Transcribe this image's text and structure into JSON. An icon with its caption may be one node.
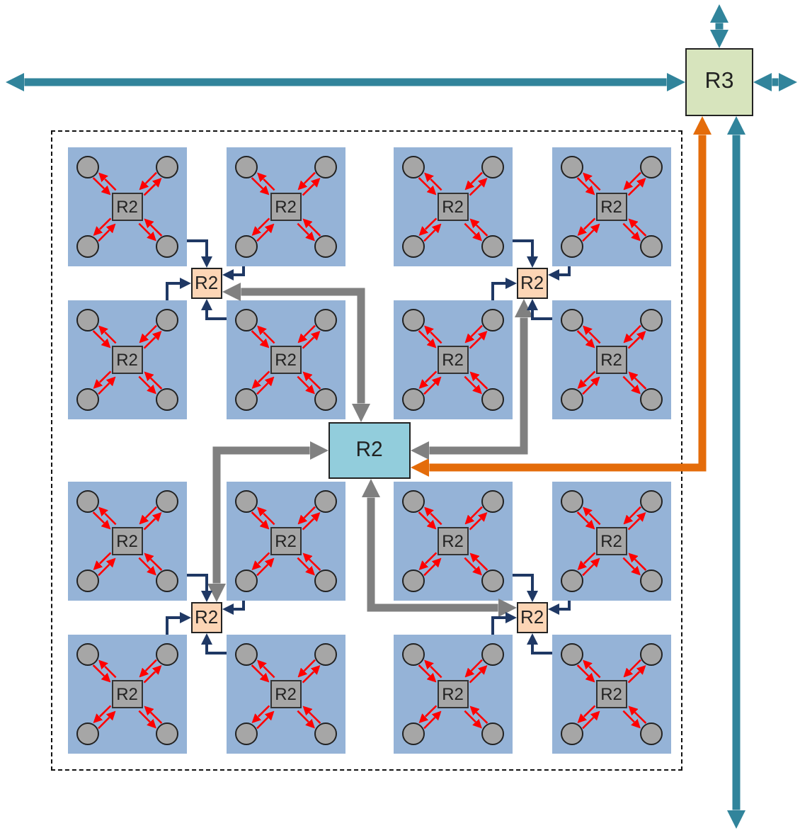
{
  "diagram": {
    "nodes": [
      {
        "text": [
          "R3"
        ]
      },
      {
        "text": [],
        "shape": "box"
      },
      {
        "text": [],
        "shape": "box",
        "in": 1
      },
      {
        "text": [],
        "shape": "circle",
        "in": 2
      },
      {
        "text": [],
        "shape": "circle",
        "in": 2
      },
      {
        "text": [
          "R2"
        ],
        "in": 2
      },
      {
        "text": [],
        "shape": "circle",
        "in": 2
      },
      {
        "text": [],
        "shape": "circle",
        "in": 2
      },
      {
        "text": [],
        "shape": "box",
        "in": 1
      },
      {
        "text": [],
        "shape": "circle",
        "in": 8
      },
      {
        "text": [],
        "shape": "circle",
        "in": 8
      },
      {
        "text": [
          "R2"
        ],
        "in": 8
      },
      {
        "text": [],
        "shape": "circle",
        "in": 8
      },
      {
        "text": [],
        "shape": "circle",
        "in": 8
      },
      {
        "text": [],
        "shape": "box",
        "in": 1
      },
      {
        "text": [],
        "shape": "circle",
        "in": 14
      },
      {
        "text": [],
        "shape": "circle",
        "in": 14
      },
      {
        "text": [
          "R2"
        ],
        "in": 14
      },
      {
        "text": [],
        "shape": "circle",
        "in": 14
      },
      {
        "text": [],
        "shape": "circle",
        "in": 14
      },
      {
        "text": [],
        "shape": "box",
        "in": 1
      },
      {
        "text": [],
        "shape": "circle",
        "in": 20
      },
      {
        "text": [],
        "shape": "circle",
        "in": 20
      },
      {
        "text": [
          "R2"
        ],
        "in": 20
      },
      {
        "text": [],
        "shape": "circle",
        "in": 20
      },
      {
        "text": [],
        "shape": "circle",
        "in": 20
      },
      {
        "text": [
          "R2"
        ],
        "in": 1
      },
      {
        "text": [
          "R2"
        ],
        "in": 1
      },
      {
        "text": [],
        "shape": "box",
        "in": 1
      },
      {
        "text": [],
        "shape": "circle",
        "in": 28
      },
      {
        "text": [],
        "shape": "circle",
        "in": 28
      },
      {
        "text": [
          "R2"
        ],
        "in": 28
      },
      {
        "text": [],
        "shape": "circle",
        "in": 28
      },
      {
        "text": [],
        "shape": "circle",
        "in": 28
      },
      {
        "text": [],
        "shape": "box",
        "in": 1
      },
      {
        "text": [],
        "shape": "circle",
        "in": 34
      },
      {
        "text": [],
        "shape": "circle",
        "in": 34
      },
      {
        "text": [
          "R2"
        ],
        "in": 34
      },
      {
        "text": [],
        "shape": "circle",
        "in": 34
      },
      {
        "text": [],
        "shape": "circle",
        "in": 34
      },
      {
        "text": [],
        "shape": "box",
        "in": 1
      },
      {
        "text": [],
        "shape": "circle",
        "in": 40
      },
      {
        "text": [],
        "shape": "circle",
        "in": 40
      },
      {
        "text": [
          "R2"
        ],
        "in": 40
      },
      {
        "text": [],
        "shape": "circle",
        "in": 40
      },
      {
        "text": [],
        "shape": "circle",
        "in": 40
      },
      {
        "text": [],
        "shape": "box",
        "in": 1
      },
      {
        "text": [],
        "shape": "circle",
        "in": 46
      },
      {
        "text": [],
        "shape": "circle",
        "in": 46
      },
      {
        "text": [
          "R2"
        ],
        "in": 46
      },
      {
        "text": [],
        "shape": "circle",
        "in": 46
      },
      {
        "text": [],
        "shape": "circle",
        "in": 46
      },
      {
        "text": [
          "R2"
        ],
        "in": 1
      },
      {
        "text": [],
        "shape": "box",
        "in": 1
      },
      {
        "text": [],
        "shape": "circle",
        "in": 53
      },
      {
        "text": [],
        "shape": "circle",
        "in": 53
      },
      {
        "text": [
          "R2"
        ],
        "in": 53
      },
      {
        "text": [],
        "shape": "circle",
        "in": 53
      },
      {
        "text": [],
        "shape": "circle",
        "in": 53
      },
      {
        "text": [],
        "shape": "box",
        "in": 1
      },
      {
        "text": [],
        "shape": "circle",
        "in": 59
      },
      {
        "text": [],
        "shape": "circle",
        "in": 59
      },
      {
        "text": [
          "R2"
        ],
        "in": 59
      },
      {
        "text": [],
        "shape": "circle",
        "in": 59
      },
      {
        "text": [],
        "shape": "circle",
        "in": 59
      },
      {
        "text": [],
        "shape": "box",
        "in": 1
      },
      {
        "text": [],
        "shape": "circle",
        "in": 65
      },
      {
        "text": [],
        "shape": "circle",
        "in": 65
      },
      {
        "text": [
          "R2"
        ],
        "in": 65
      },
      {
        "text": [],
        "shape": "circle",
        "in": 65
      },
      {
        "text": [],
        "shape": "circle",
        "in": 65
      },
      {
        "text": [],
        "shape": "box",
        "in": 1
      },
      {
        "text": [],
        "shape": "circle",
        "in": 71
      },
      {
        "text": [],
        "shape": "circle",
        "in": 71
      },
      {
        "text": [
          "R2"
        ],
        "in": 71
      },
      {
        "text": [],
        "shape": "circle",
        "in": 71
      },
      {
        "text": [],
        "shape": "circle",
        "in": 71
      },
      {
        "text": [
          "R2"
        ],
        "in": 1
      },
      {
        "text": [
          "R2"
        ],
        "in": 1
      },
      {
        "text": [],
        "shape": "box",
        "in": 1
      },
      {
        "text": [],
        "shape": "circle",
        "in": 79
      },
      {
        "text": [],
        "shape": "circle",
        "in": 79
      },
      {
        "text": [
          "R2"
        ],
        "in": 79
      },
      {
        "text": [],
        "shape": "circle",
        "in": 79
      },
      {
        "text": [],
        "shape": "circle",
        "in": 79
      },
      {
        "text": [],
        "shape": "box",
        "in": 1
      },
      {
        "text": [],
        "shape": "circle",
        "in": 85
      },
      {
        "text": [],
        "shape": "circle",
        "in": 85
      },
      {
        "text": [
          "R2"
        ],
        "in": 85
      },
      {
        "text": [],
        "shape": "circle",
        "in": 85
      },
      {
        "text": [],
        "shape": "circle",
        "in": 85
      },
      {
        "text": [],
        "shape": "box",
        "in": 1
      },
      {
        "text": [],
        "shape": "circle",
        "in": 91
      },
      {
        "text": [],
        "shape": "circle",
        "in": 91
      },
      {
        "text": [
          "R2"
        ],
        "in": 91
      },
      {
        "text": [],
        "shape": "circle",
        "in": 91
      },
      {
        "text": [],
        "shape": "circle",
        "in": 91
      },
      {
        "text": [],
        "shape": "box",
        "in": 1
      },
      {
        "text": [],
        "shape": "circle",
        "in": 97
      },
      {
        "text": [],
        "shape": "circle",
        "in": 97
      },
      {
        "text": [
          "R2"
        ],
        "in": 97
      },
      {
        "text": [],
        "shape": "circle",
        "in": 97
      },
      {
        "text": [],
        "shape": "circle",
        "in": 97
      }
    ],
    "edges": [
      {
        "from": null,
        "to": 0,
        "arrow": "both",
        "style": "thick",
        "color": "#31849b"
      },
      {
        "from": null,
        "to": 0,
        "arrow": "both",
        "style": "thick",
        "color": "#31849b"
      },
      {
        "from": 0,
        "to": null,
        "arrow": "both",
        "style": "thick",
        "color": "#31849b"
      },
      {
        "from": 0,
        "to": null,
        "arrow": "both",
        "style": "thick",
        "color": "#31849b"
      },
      {
        "from": 0,
        "to": 52,
        "arrow": "both",
        "style": "thick",
        "color": "#e46c0a"
      },
      {
        "from": 26,
        "to": 52,
        "arrow": "both",
        "style": "thick",
        "color": "#808080"
      },
      {
        "from": 27,
        "to": 52,
        "arrow": "both",
        "style": "thick",
        "color": "#808080"
      },
      {
        "from": 77,
        "to": 52,
        "arrow": "both",
        "style": "thick",
        "color": "#808080"
      },
      {
        "from": 78,
        "to": 52,
        "arrow": "both",
        "style": "thick",
        "color": "#808080"
      },
      {
        "from": 2,
        "to": 26,
        "arrow": "to",
        "color": "#1f3864"
      },
      {
        "from": 8,
        "to": 26,
        "arrow": "to",
        "color": "#1f3864"
      },
      {
        "from": 28,
        "to": 26,
        "arrow": "to",
        "color": "#1f3864"
      },
      {
        "from": 34,
        "to": 26,
        "arrow": "to",
        "color": "#1f3864"
      },
      {
        "from": 14,
        "to": 27,
        "arrow": "to",
        "color": "#1f3864"
      },
      {
        "from": 20,
        "to": 27,
        "arrow": "to",
        "color": "#1f3864"
      },
      {
        "from": 40,
        "to": 27,
        "arrow": "to",
        "color": "#1f3864"
      },
      {
        "from": 46,
        "to": 27,
        "arrow": "to",
        "color": "#1f3864"
      },
      {
        "from": 53,
        "to": 77,
        "arrow": "to",
        "color": "#1f3864"
      },
      {
        "from": 59,
        "to": 77,
        "arrow": "to",
        "color": "#1f3864"
      },
      {
        "from": 79,
        "to": 77,
        "arrow": "to",
        "color": "#1f3864"
      },
      {
        "from": 85,
        "to": 77,
        "arrow": "to",
        "color": "#1f3864"
      },
      {
        "from": 65,
        "to": 78,
        "arrow": "to",
        "color": "#1f3864"
      },
      {
        "from": 71,
        "to": 78,
        "arrow": "to",
        "color": "#1f3864"
      },
      {
        "from": 91,
        "to": 78,
        "arrow": "to",
        "color": "#1f3864"
      },
      {
        "from": 97,
        "to": 78,
        "arrow": "to",
        "color": "#1f3864"
      },
      {
        "from": 3,
        "to": 5,
        "arrow": "to"
      },
      {
        "from": 5,
        "to": 3,
        "arrow": "to"
      },
      {
        "from": 4,
        "to": 5,
        "arrow": "to"
      },
      {
        "from": 5,
        "to": 4,
        "arrow": "to"
      },
      {
        "from": 5,
        "to": 6,
        "arrow": "to"
      },
      {
        "from": 6,
        "to": 5,
        "arrow": "to"
      },
      {
        "from": 5,
        "to": 7,
        "arrow": "to"
      },
      {
        "from": 7,
        "to": 5,
        "arrow": "to"
      },
      {
        "from": 9,
        "to": 11,
        "arrow": "to"
      },
      {
        "from": 11,
        "to": 9,
        "arrow": "to"
      },
      {
        "from": 10,
        "to": 11,
        "arrow": "to"
      },
      {
        "from": 11,
        "to": 10,
        "arrow": "to"
      },
      {
        "from": 11,
        "to": 12,
        "arrow": "to"
      },
      {
        "from": 12,
        "to": 11,
        "arrow": "to"
      },
      {
        "from": 11,
        "to": 13,
        "arrow": "to"
      },
      {
        "from": 13,
        "to": 11,
        "arrow": "to"
      },
      {
        "from": 15,
        "to": 17,
        "arrow": "to"
      },
      {
        "from": 17,
        "to": 15,
        "arrow": "to"
      },
      {
        "from": 16,
        "to": 17,
        "arrow": "to"
      },
      {
        "from": 17,
        "to": 16,
        "arrow": "to"
      },
      {
        "from": 17,
        "to": 18,
        "arrow": "to"
      },
      {
        "from": 18,
        "to": 17,
        "arrow": "to"
      },
      {
        "from": 17,
        "to": 19,
        "arrow": "to"
      },
      {
        "from": 19,
        "to": 17,
        "arrow": "to"
      },
      {
        "from": 21,
        "to": 23,
        "arrow": "to"
      },
      {
        "from": 23,
        "to": 21,
        "arrow": "to"
      },
      {
        "from": 22,
        "to": 23,
        "arrow": "to"
      },
      {
        "from": 23,
        "to": 22,
        "arrow": "to"
      },
      {
        "from": 23,
        "to": 24,
        "arrow": "to"
      },
      {
        "from": 24,
        "to": 23,
        "arrow": "to"
      },
      {
        "from": 23,
        "to": 25,
        "arrow": "to"
      },
      {
        "from": 25,
        "to": 23,
        "arrow": "to"
      },
      {
        "from": 29,
        "to": 31,
        "arrow": "to"
      },
      {
        "from": 31,
        "to": 29,
        "arrow": "to"
      },
      {
        "from": 30,
        "to": 31,
        "arrow": "to"
      },
      {
        "from": 31,
        "to": 30,
        "arrow": "to"
      },
      {
        "from": 31,
        "to": 32,
        "arrow": "to"
      },
      {
        "from": 32,
        "to": 31,
        "arrow": "to"
      },
      {
        "from": 31,
        "to": 33,
        "arrow": "to"
      },
      {
        "from": 33,
        "to": 31,
        "arrow": "to"
      },
      {
        "from": 35,
        "to": 37,
        "arrow": "to"
      },
      {
        "from": 37,
        "to": 35,
        "arrow": "to"
      },
      {
        "from": 36,
        "to": 37,
        "arrow": "to"
      },
      {
        "from": 37,
        "to": 36,
        "arrow": "to"
      },
      {
        "from": 37,
        "to": 38,
        "arrow": "to"
      },
      {
        "from": 38,
        "to": 37,
        "arrow": "to"
      },
      {
        "from": 37,
        "to": 39,
        "arrow": "to"
      },
      {
        "from": 39,
        "to": 37,
        "arrow": "to"
      },
      {
        "from": 41,
        "to": 43,
        "arrow": "to"
      },
      {
        "from": 43,
        "to": 41,
        "arrow": "to"
      },
      {
        "from": 42,
        "to": 43,
        "arrow": "to"
      },
      {
        "from": 43,
        "to": 42,
        "arrow": "to"
      },
      {
        "from": 43,
        "to": 44,
        "arrow": "to"
      },
      {
        "from": 44,
        "to": 43,
        "arrow": "to"
      },
      {
        "from": 43,
        "to": 45,
        "arrow": "to"
      },
      {
        "from": 45,
        "to": 43,
        "arrow": "to"
      },
      {
        "from": 47,
        "to": 49,
        "arrow": "to"
      },
      {
        "from": 49,
        "to": 47,
        "arrow": "to"
      },
      {
        "from": 48,
        "to": 49,
        "arrow": "to"
      },
      {
        "from": 49,
        "to": 48,
        "arrow": "to"
      },
      {
        "from": 49,
        "to": 50,
        "arrow": "to"
      },
      {
        "from": 50,
        "to": 49,
        "arrow": "to"
      },
      {
        "from": 49,
        "to": 51,
        "arrow": "to"
      },
      {
        "from": 51,
        "to": 49,
        "arrow": "to"
      },
      {
        "from": 54,
        "to": 56,
        "arrow": "to"
      },
      {
        "from": 56,
        "to": 54,
        "arrow": "to"
      },
      {
        "from": 55,
        "to": 56,
        "arrow": "to"
      },
      {
        "from": 56,
        "to": 55,
        "arrow": "to"
      },
      {
        "from": 56,
        "to": 57,
        "arrow": "to"
      },
      {
        "from": 57,
        "to": 56,
        "arrow": "to"
      },
      {
        "from": 56,
        "to": 58,
        "arrow": "to"
      },
      {
        "from": 58,
        "to": 56,
        "arrow": "to"
      },
      {
        "from": 60,
        "to": 62,
        "arrow": "to"
      },
      {
        "from": 62,
        "to": 60,
        "arrow": "to"
      },
      {
        "from": 61,
        "to": 62,
        "arrow": "to"
      },
      {
        "from": 62,
        "to": 61,
        "arrow": "to"
      },
      {
        "from": 62,
        "to": 63,
        "arrow": "to"
      },
      {
        "from": 63,
        "to": 62,
        "arrow": "to"
      },
      {
        "from": 62,
        "to": 64,
        "arrow": "to"
      },
      {
        "from": 64,
        "to": 62,
        "arrow": "to"
      },
      {
        "from": 66,
        "to": 68,
        "arrow": "to"
      },
      {
        "from": 68,
        "to": 66,
        "arrow": "to"
      },
      {
        "from": 67,
        "to": 68,
        "arrow": "to"
      },
      {
        "from": 68,
        "to": 67,
        "arrow": "to"
      },
      {
        "from": 68,
        "to": 69,
        "arrow": "to"
      },
      {
        "from": 69,
        "to": 68,
        "arrow": "to"
      },
      {
        "from": 68,
        "to": 70,
        "arrow": "to"
      },
      {
        "from": 70,
        "to": 68,
        "arrow": "to"
      },
      {
        "from": 72,
        "to": 74,
        "arrow": "to"
      },
      {
        "from": 74,
        "to": 72,
        "arrow": "to"
      },
      {
        "from": 73,
        "to": 74,
        "arrow": "to"
      },
      {
        "from": 74,
        "to": 73,
        "arrow": "to"
      },
      {
        "from": 74,
        "to": 75,
        "arrow": "to"
      },
      {
        "from": 75,
        "to": 74,
        "arrow": "to"
      },
      {
        "from": 74,
        "to": 76,
        "arrow": "to"
      },
      {
        "from": 76,
        "to": 74,
        "arrow": "to"
      },
      {
        "from": 80,
        "to": 82,
        "arrow": "to"
      },
      {
        "from": 82,
        "to": 80,
        "arrow": "to"
      },
      {
        "from": 81,
        "to": 82,
        "arrow": "to"
      },
      {
        "from": 82,
        "to": 81,
        "arrow": "to"
      },
      {
        "from": 82,
        "to": 83,
        "arrow": "to"
      },
      {
        "from": 83,
        "to": 82,
        "arrow": "to"
      },
      {
        "from": 82,
        "to": 84,
        "arrow": "to"
      },
      {
        "from": 84,
        "to": 82,
        "arrow": "to"
      },
      {
        "from": 86,
        "to": 88,
        "arrow": "to"
      },
      {
        "from": 88,
        "to": 86,
        "arrow": "to"
      },
      {
        "from": 87,
        "to": 88,
        "arrow": "to"
      },
      {
        "from": 88,
        "to": 87,
        "arrow": "to"
      },
      {
        "from": 88,
        "to": 89,
        "arrow": "to"
      },
      {
        "from": 89,
        "to": 88,
        "arrow": "to"
      },
      {
        "from": 88,
        "to": 90,
        "arrow": "to"
      },
      {
        "from": 90,
        "to": 88,
        "arrow": "to"
      },
      {
        "from": 92,
        "to": 94,
        "arrow": "to"
      },
      {
        "from": 94,
        "to": 92,
        "arrow": "to"
      },
      {
        "from": 93,
        "to": 94,
        "arrow": "to"
      },
      {
        "from": 94,
        "to": 93,
        "arrow": "to"
      },
      {
        "from": 94,
        "to": 95,
        "arrow": "to"
      },
      {
        "from": 95,
        "to": 94,
        "arrow": "to"
      },
      {
        "from": 94,
        "to": 96,
        "arrow": "to"
      },
      {
        "from": 96,
        "to": 94,
        "arrow": "to"
      },
      {
        "from": 98,
        "to": 100,
        "arrow": "to"
      },
      {
        "from": 100,
        "to": 98,
        "arrow": "to"
      },
      {
        "from": 99,
        "to": 100,
        "arrow": "to"
      },
      {
        "from": 100,
        "to": 99,
        "arrow": "to"
      },
      {
        "from": 100,
        "to": 101,
        "arrow": "to"
      },
      {
        "from": 101,
        "to": 100,
        "arrow": "to"
      },
      {
        "from": 100,
        "to": 102,
        "arrow": "to"
      },
      {
        "from": 102,
        "to": 100,
        "arrow": "to"
      }
    ]
  }
}
